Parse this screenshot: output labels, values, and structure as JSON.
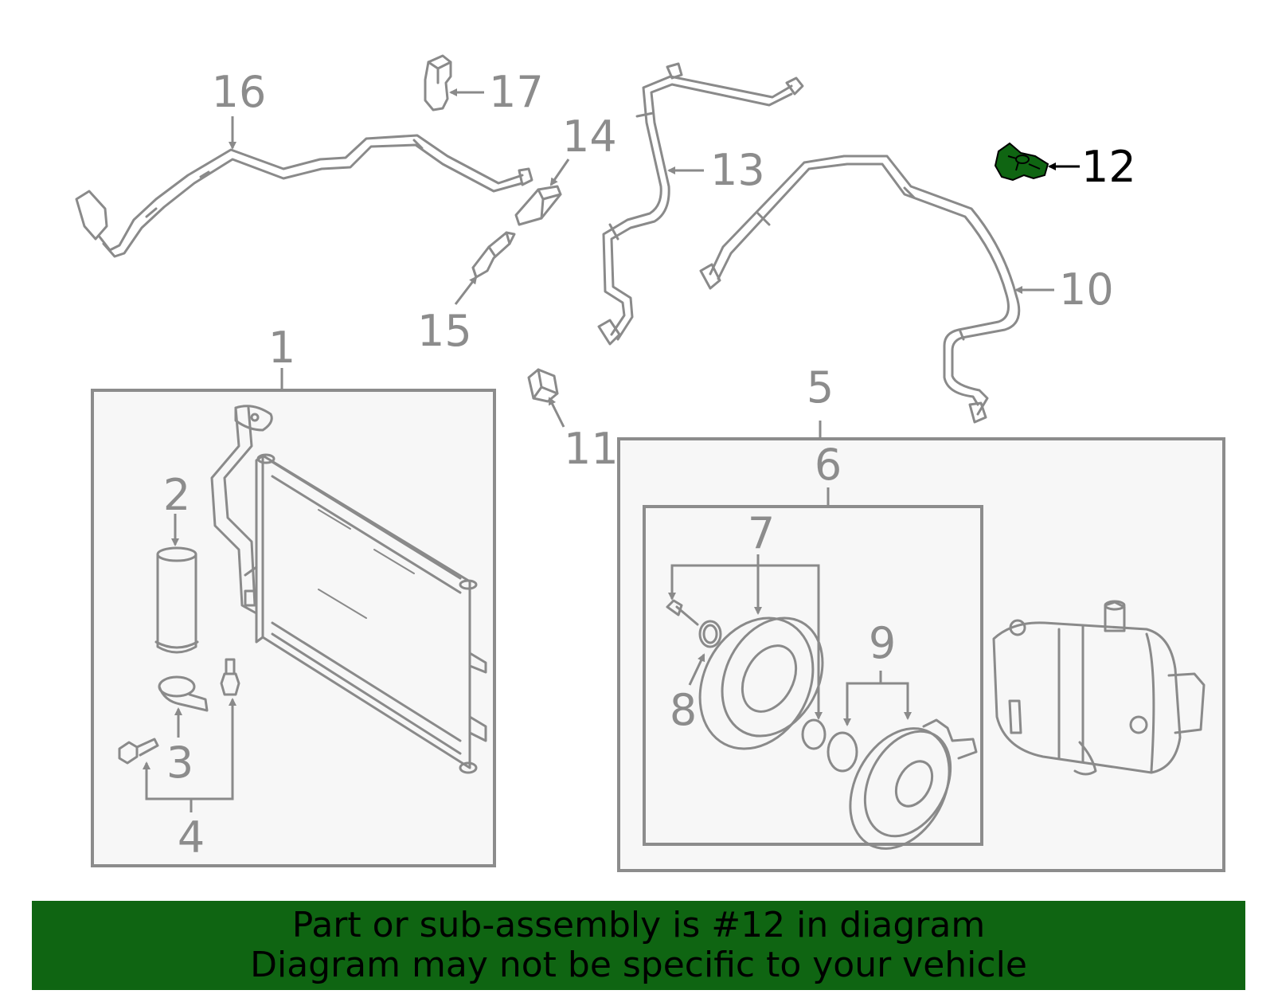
{
  "diagram": {
    "callouts": [
      "1",
      "2",
      "3",
      "4",
      "5",
      "6",
      "7",
      "8",
      "9",
      "10",
      "11",
      "12",
      "13",
      "14",
      "15",
      "16",
      "17"
    ],
    "highlighted_part": "12",
    "highlight_color": "#0f6512",
    "line_color": "#8a8a8a"
  },
  "banner": {
    "line1": "Part or sub-assembly is #12 in diagram",
    "line2": "Diagram may not be specific to your vehicle",
    "background": "#0f6512"
  }
}
